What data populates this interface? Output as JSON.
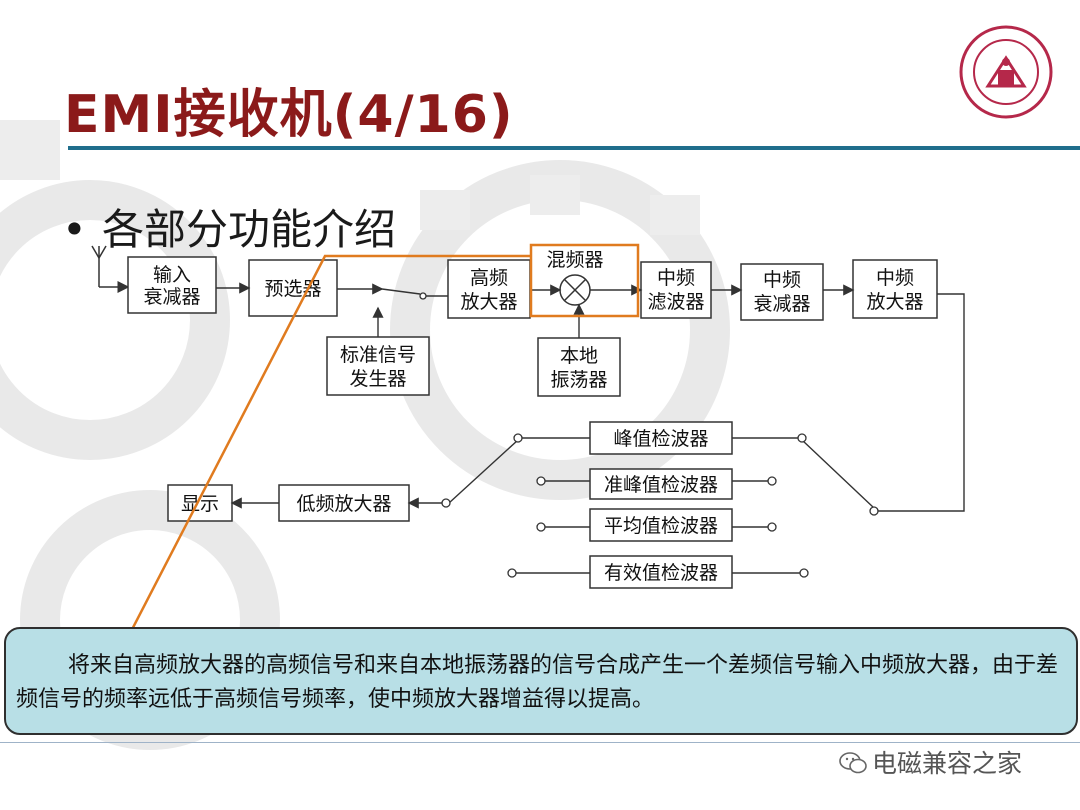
{
  "slide": {
    "title": "EMI接收机(4/16)",
    "bullet": "各部分功能介绍",
    "callout": "将来自高频放大器的高频信号和来自本地振荡器的信号合成产生一个差频信号输入中频放大器，由于差频信号的频率远低于高频信号频率，使中频放大器增益得以提高。",
    "watermark": "电磁兼容之家"
  },
  "diagram": {
    "blocks": {
      "attenuator_in": [
        "输入",
        "衰减器"
      ],
      "preselector": [
        "预选器"
      ],
      "std_signal_gen": [
        "标准信号",
        "发生器"
      ],
      "rf_amp": [
        "高频",
        "放大器"
      ],
      "mixer": [
        "混频器"
      ],
      "local_osc": [
        "本地",
        "振荡器"
      ],
      "if_filter": [
        "中频",
        "滤波器"
      ],
      "if_attenuator": [
        "中频",
        "衰减器"
      ],
      "if_amp": [
        "中频",
        "放大器"
      ],
      "peak_detector": [
        "峰值检波器"
      ],
      "quasi_peak_detector": [
        "准峰值检波器"
      ],
      "average_detector": [
        "平均值检波器"
      ],
      "rms_detector": [
        "有效值检波器"
      ],
      "lf_amp": [
        "低频放大器"
      ],
      "display": [
        "显示"
      ]
    }
  },
  "colors": {
    "title": "#8b1a1a",
    "highlight": "#e07b1f",
    "callout_bg": "#b8dfe6",
    "accent_rule": "#1f6e8c"
  },
  "icons": [
    "antenna-icon",
    "university-seal-icon",
    "wechat-icon"
  ]
}
